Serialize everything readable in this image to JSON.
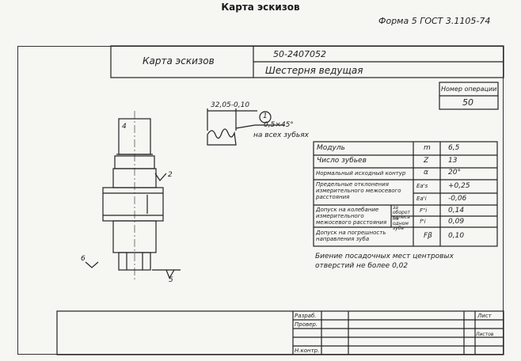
{
  "page": {
    "caption": "Карта эскизов",
    "forma": "Форма 5 ГОСТ 3.1105-74"
  },
  "header": {
    "doc_name": "Карта эскизов",
    "doc_number": "50-2407052",
    "part_name": "Шестерня ведущая",
    "op_label": "Номер операции",
    "op_value": "50"
  },
  "sketch": {
    "chamfer_dim": "32,05-0,10",
    "callout_number": "1",
    "chamfer_note": "0,5×45°",
    "chamfer_scope": "на всех зубьях",
    "roughness_top": "4",
    "roughness_mid": "2",
    "roughness_side": "6",
    "roughness_bottom": "5"
  },
  "params": [
    {
      "name": "Модуль",
      "symbol": "m",
      "value": "6,5"
    },
    {
      "name": "Число зубьев",
      "symbol": "Z",
      "value": "13"
    },
    {
      "name": "Нормальный исходный контур",
      "symbol": "α",
      "value": "20°"
    },
    {
      "name": "Предельные отклонения измерительного межосевого расстояния",
      "sub1_symbol": "Ea's",
      "sub1_value": "+0,25",
      "sub2_symbol": "Ea'i",
      "sub2_value": "-0,06"
    },
    {
      "name": "Допуск на колебание измерительного межосевого расстояния",
      "sub1_label": "за оборот колеса",
      "sub1_symbol": "F\"i",
      "sub1_value": "0,14",
      "sub2_label": "на одном зубе",
      "sub2_symbol": "f\"i",
      "sub2_value": "0,09"
    },
    {
      "name": "Допуск на погрешность направления зуба",
      "symbol": "Fβ",
      "value": "0,10"
    }
  ],
  "note": "Биение посадочных мест центровых отверстий не более 0,02",
  "stamp": {
    "rows": [
      "Разраб.",
      "Провер.",
      "",
      "",
      "Н.контр."
    ],
    "sheet_label": "Лист",
    "sheets_label": "Листов"
  }
}
